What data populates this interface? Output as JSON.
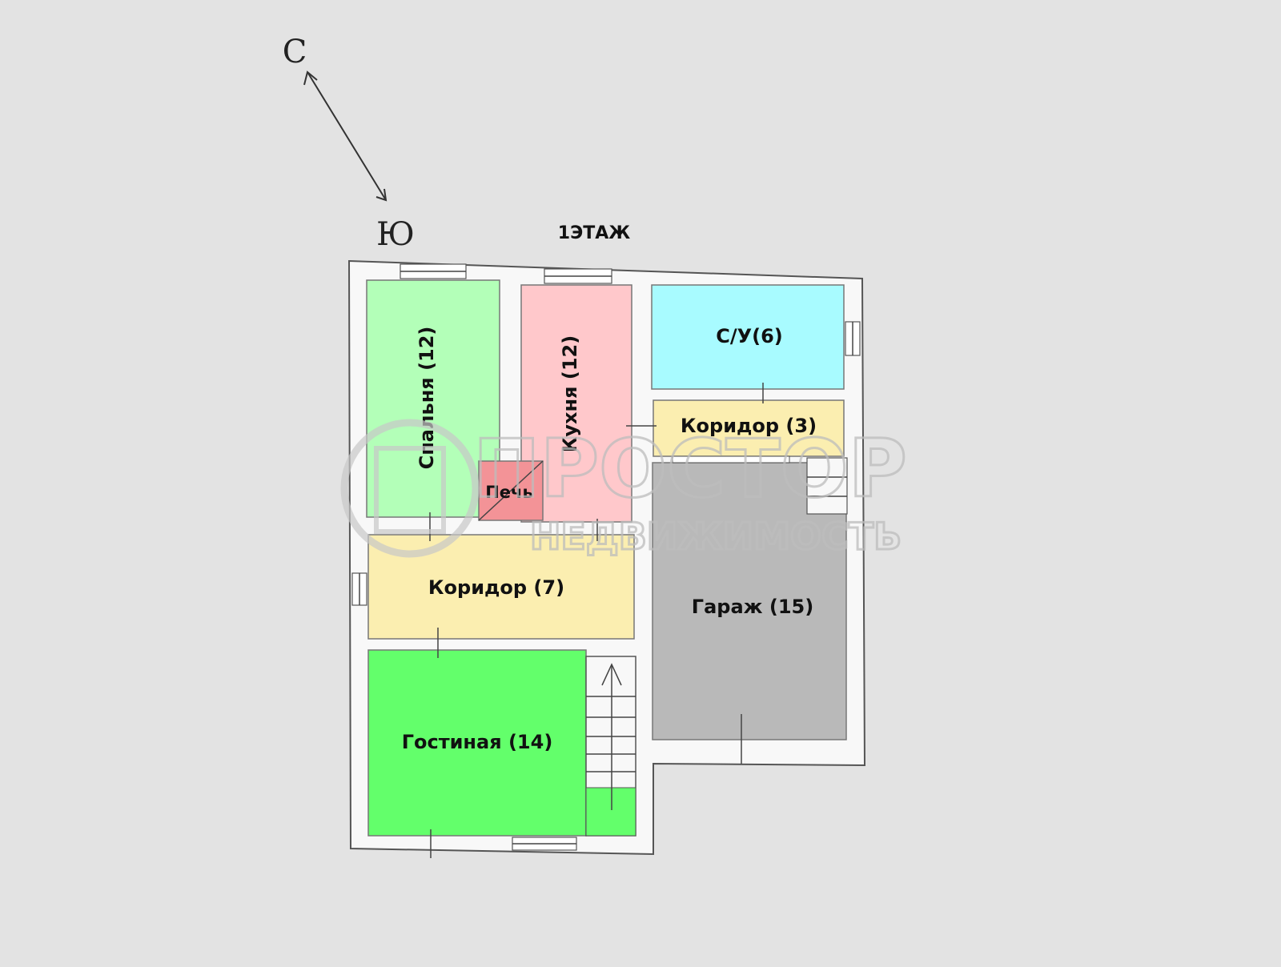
{
  "floor_title": "1ЭТАЖ",
  "compass": {
    "north": "С",
    "south": "Ю"
  },
  "watermark": {
    "line1": "ПРОСТОР",
    "line2": "НЕДВИЖИМОСТЬ"
  },
  "rooms": {
    "bedroom": {
      "label": "Спальня (12)",
      "color": "#b3ffb8"
    },
    "kitchen": {
      "label": "Кухня (12)",
      "color": "#ffc8cb"
    },
    "bathroom": {
      "label": "С/У(6)",
      "color": "#a8fbff"
    },
    "corridor_small": {
      "label": "Коридор (3)",
      "color": "#fbeeb0"
    },
    "stove": {
      "label": "Печь",
      "color": "#f39397"
    },
    "corridor_large": {
      "label": "Коридор (7)",
      "color": "#fbeeb0"
    },
    "garage": {
      "label": "Гараж (15)",
      "color": "#b9b9b9"
    },
    "living": {
      "label": "Гостиная (14)",
      "color": "#63ff6b"
    }
  }
}
